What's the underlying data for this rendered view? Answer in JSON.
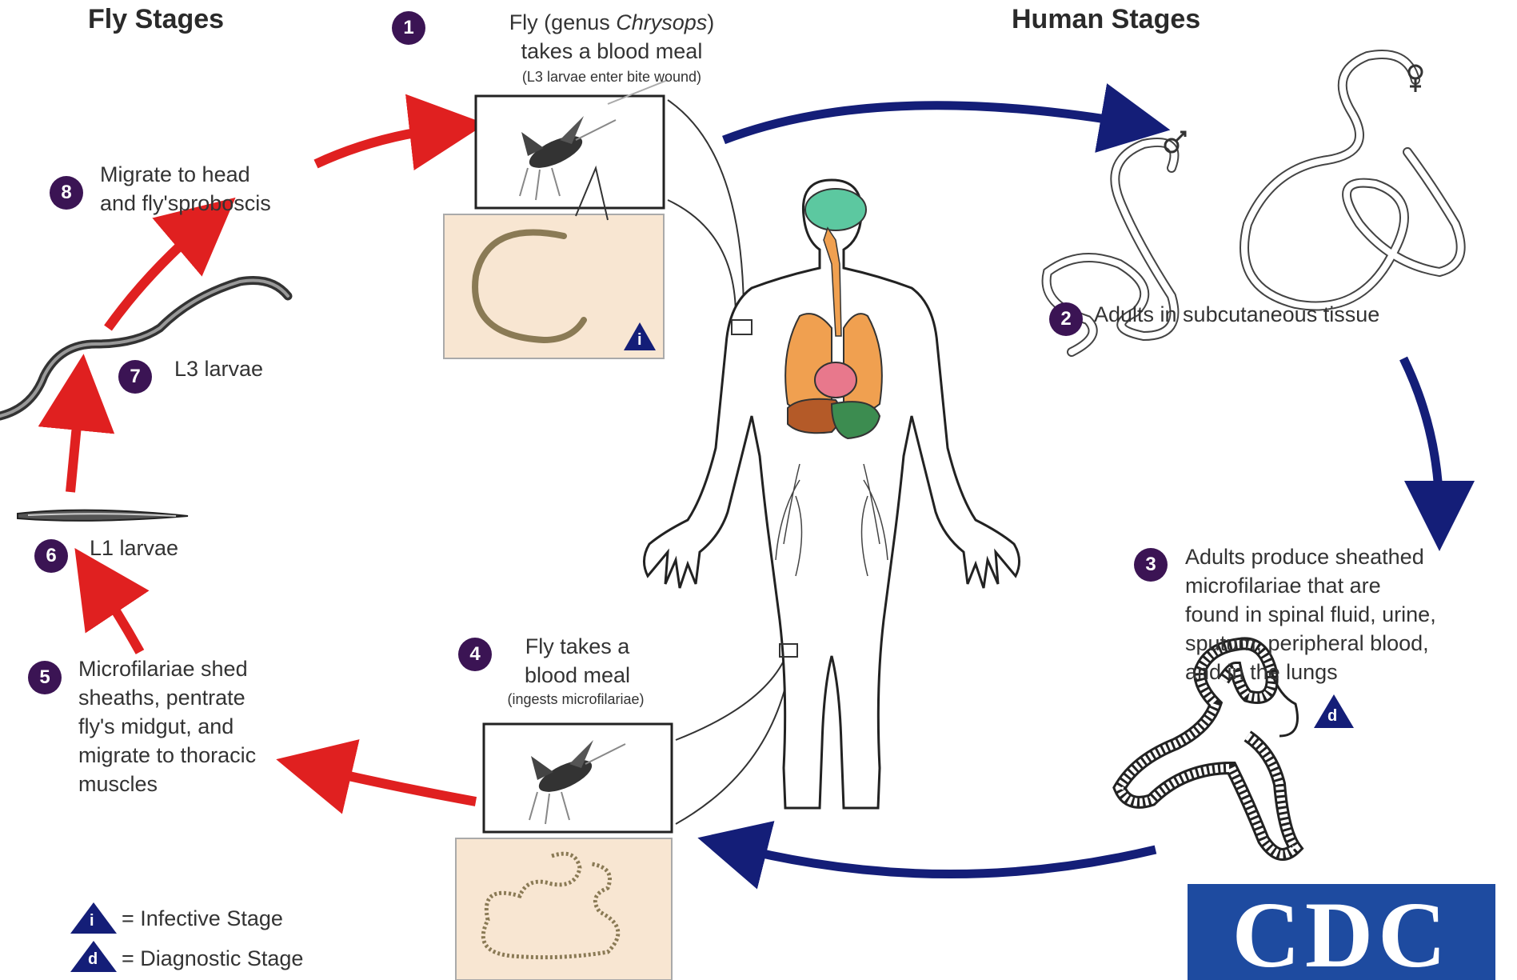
{
  "headers": {
    "fly_stages": "Fly Stages",
    "human_stages": "Human Stages"
  },
  "steps": {
    "s1": {
      "number": "1",
      "line1_a": "Fly (genus ",
      "line1_genus": "Chrysops",
      "line1_b": ")",
      "line2": "takes a blood meal",
      "note": "(L3 larvae enter bite wound)"
    },
    "s2": {
      "number": "2",
      "text": "Adults in subcutaneous tissue"
    },
    "s3": {
      "number": "3",
      "lines": [
        "Adults produce sheathed",
        "microfilariae that are",
        "found in spinal fluid, urine,",
        "sputum, peripheral blood,",
        "and in the lungs"
      ]
    },
    "s4": {
      "number": "4",
      "line1": "Fly takes a",
      "line2": "blood meal",
      "note": "(ingests microfilariae)"
    },
    "s5": {
      "number": "5",
      "lines": [
        "Microfilariae shed",
        "sheaths, pentrate",
        "fly's midgut, and",
        "migrate to thoracic",
        "muscles"
      ]
    },
    "s6": {
      "number": "6",
      "text": "L1 larvae"
    },
    "s7": {
      "number": "7",
      "text": "L3 larvae"
    },
    "s8": {
      "number": "8",
      "line1": "Migrate to head",
      "line2": "and fly'sproboscis"
    }
  },
  "legend": {
    "infective_letter": "i",
    "infective_label": "= Infective Stage",
    "diagnostic_letter": "d",
    "diagnostic_label": "= Diagnostic Stage"
  },
  "markers": {
    "infective_letter": "i",
    "diagnostic_letter": "d"
  },
  "logo": {
    "text": "CDC"
  },
  "colors": {
    "fly_cycle_arrow": "#e02020",
    "human_cycle_arrow": "#141e78",
    "step_badge": "#3b1454",
    "inset_background": "#f8e6d2",
    "logo_blue": "#1e4ba0",
    "brain": "#5cc8a0",
    "lungs": "#f0a050",
    "liver": "#b45a28",
    "stomach": "#e8788c",
    "intestine": "#3c8c50"
  },
  "icons": [
    "fly-icon",
    "worm-icon",
    "human-body-icon",
    "male-symbol-icon",
    "female-symbol-icon",
    "triangle-marker-icon"
  ]
}
